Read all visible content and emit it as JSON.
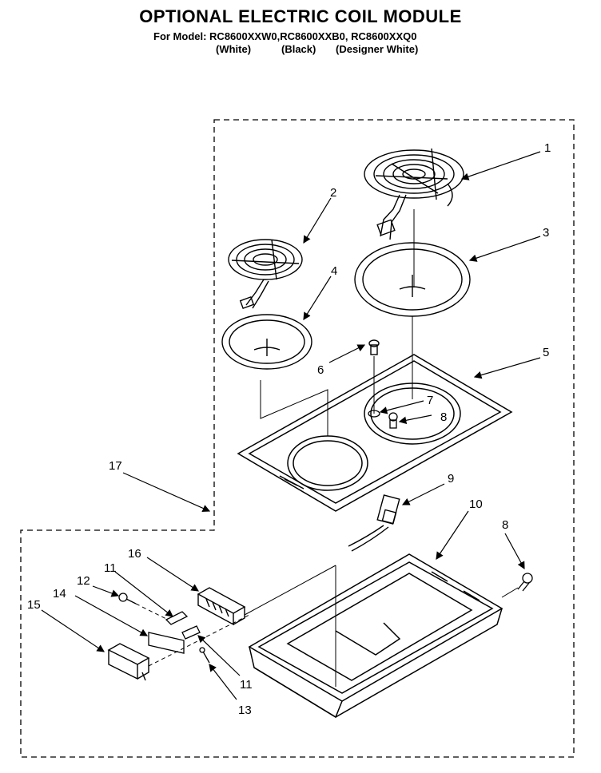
{
  "header": {
    "title": "OPTIONAL ELECTRIC COIL MODULE",
    "models": "For Model: RC8600XXW0,RC8600XXB0, RC8600XXQ0",
    "color_white": "(White)",
    "color_black": "(Black)",
    "color_designer": "(Designer White)"
  },
  "callouts": {
    "c1": "1",
    "c2": "2",
    "c3": "3",
    "c4": "4",
    "c5": "5",
    "c6": "6",
    "c7": "7",
    "c8a": "8",
    "c8b": "8",
    "c9": "9",
    "c10": "10",
    "c11a": "11",
    "c11b": "11",
    "c12": "12",
    "c13": "13",
    "c14": "14",
    "c15": "15",
    "c16": "16",
    "c17": "17"
  }
}
